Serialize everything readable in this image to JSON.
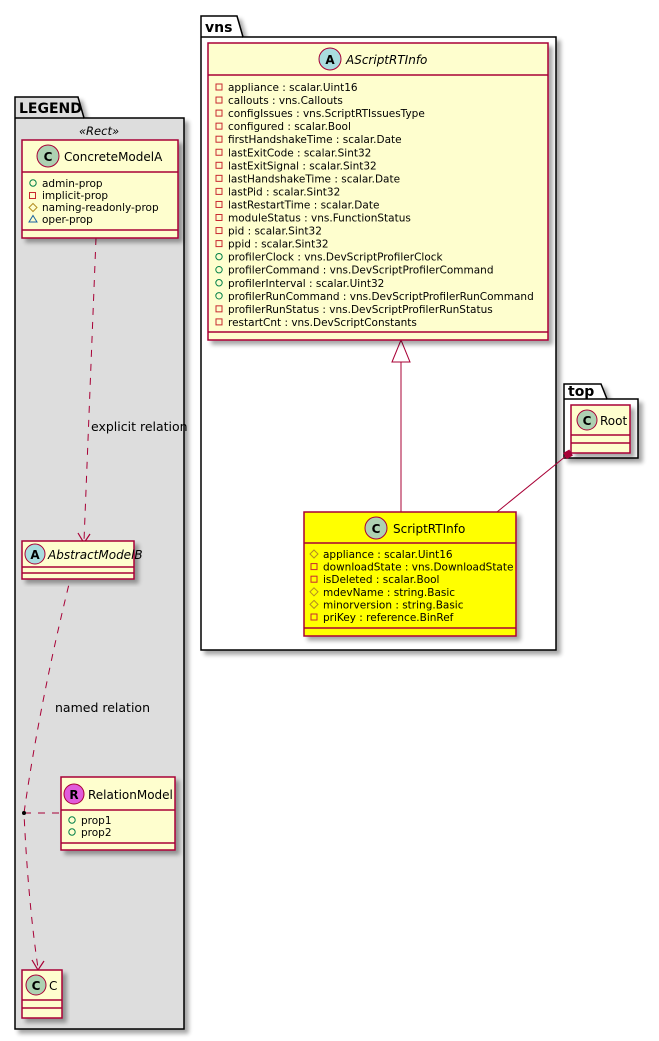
{
  "packages": {
    "legend": {
      "title": "LEGEND",
      "stereotype": "«Rect»"
    },
    "vns": {
      "title": "vns"
    },
    "top": {
      "title": "top"
    }
  },
  "classes": {
    "concreteModelA": {
      "kind": "C",
      "name": "ConcreteModelA",
      "attributes": [
        {
          "visibility": "public",
          "text": "admin-prop"
        },
        {
          "visibility": "private",
          "text": "implicit-prop"
        },
        {
          "visibility": "protected",
          "text": "naming-readonly-prop"
        },
        {
          "visibility": "package",
          "text": "oper-prop"
        }
      ]
    },
    "abstractModelB": {
      "kind": "A",
      "name": "AbstractModelB",
      "attributes": []
    },
    "relationModel": {
      "kind": "R",
      "name": "RelationModel",
      "attributes": [
        {
          "visibility": "public",
          "text": "prop1"
        },
        {
          "visibility": "public",
          "text": "prop2"
        }
      ]
    },
    "c": {
      "kind": "C",
      "name": "C",
      "attributes": []
    },
    "aScriptRTInfo": {
      "kind": "A",
      "name": "AScriptRTInfo",
      "attributes": [
        {
          "visibility": "private",
          "text": "appliance : scalar.Uint16"
        },
        {
          "visibility": "private",
          "text": "callouts : vns.Callouts"
        },
        {
          "visibility": "private",
          "text": "configIssues : vns.ScriptRTIssuesType"
        },
        {
          "visibility": "private",
          "text": "configured : scalar.Bool"
        },
        {
          "visibility": "private",
          "text": "firstHandshakeTime : scalar.Date"
        },
        {
          "visibility": "private",
          "text": "lastExitCode : scalar.Sint32"
        },
        {
          "visibility": "private",
          "text": "lastExitSignal : scalar.Sint32"
        },
        {
          "visibility": "private",
          "text": "lastHandshakeTime : scalar.Date"
        },
        {
          "visibility": "private",
          "text": "lastPid : scalar.Sint32"
        },
        {
          "visibility": "private",
          "text": "lastRestartTime : scalar.Date"
        },
        {
          "visibility": "private",
          "text": "moduleStatus : vns.FunctionStatus"
        },
        {
          "visibility": "private",
          "text": "pid : scalar.Sint32"
        },
        {
          "visibility": "private",
          "text": "ppid : scalar.Sint32"
        },
        {
          "visibility": "public",
          "text": "profilerClock : vns.DevScriptProfilerClock"
        },
        {
          "visibility": "public",
          "text": "profilerCommand : vns.DevScriptProfilerCommand"
        },
        {
          "visibility": "public",
          "text": "profilerInterval : scalar.Uint32"
        },
        {
          "visibility": "public",
          "text": "profilerRunCommand : vns.DevScriptProfilerRunCommand"
        },
        {
          "visibility": "private",
          "text": "profilerRunStatus : vns.DevScriptProfilerRunStatus"
        },
        {
          "visibility": "private",
          "text": "restartCnt : vns.DevScriptConstants"
        }
      ]
    },
    "scriptRTInfo": {
      "kind": "C",
      "name": "ScriptRTInfo",
      "attributes": [
        {
          "visibility": "protected",
          "text": "appliance : scalar.Uint16"
        },
        {
          "visibility": "private",
          "text": "downloadState : vns.DownloadState"
        },
        {
          "visibility": "private",
          "text": "isDeleted : scalar.Bool"
        },
        {
          "visibility": "protected",
          "text": "mdevName : string.Basic"
        },
        {
          "visibility": "protected",
          "text": "minorversion : string.Basic"
        },
        {
          "visibility": "private",
          "text": "priKey : reference.BinRef"
        }
      ]
    },
    "root": {
      "kind": "C",
      "name": "Root",
      "attributes": []
    }
  },
  "relations": {
    "explicit": {
      "label": "explicit relation",
      "type": "dependency"
    },
    "named": {
      "label": "named relation",
      "type": "dependency"
    },
    "inheritance": {
      "type": "generalization"
    },
    "composition": {
      "type": "composition"
    }
  },
  "colors": {
    "classBorder": "#a80036",
    "classFill": "#fefece",
    "highlightFill": "#ffff00",
    "legendFill": "#dddddd",
    "iconClass": "#add1b2",
    "iconAbstract": "#a9dcdf",
    "iconRelation": "#e05cdb",
    "visPublic": "#038048",
    "visPrivate": "#c82930",
    "visProtected": "#b38d22",
    "visPackage": "#1963a0"
  }
}
